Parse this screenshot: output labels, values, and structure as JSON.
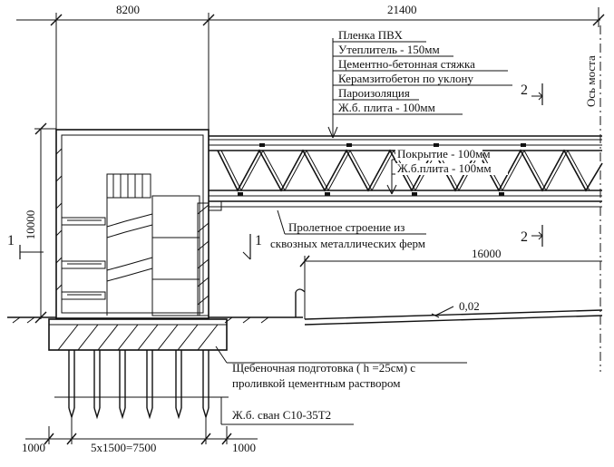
{
  "dimensions": {
    "top_left": "8200",
    "top_right": "21400",
    "left_height": "10000",
    "mid_span": "16000",
    "bottom_left": "1000",
    "bottom_mid": "5x1500=7500",
    "bottom_right": "1000"
  },
  "roof_layers": [
    "Пленка ПВХ",
    "Утеплитель - 150мм",
    "Цементно-бетонная стяжка",
    "Керамзитобетон по уклону",
    "Пароизоляция",
    "Ж.б.  плита - 100мм"
  ],
  "truss_layers": [
    "Покрытие - 100мм",
    "Ж.б.плита - 100мм"
  ],
  "span_label": [
    "Пролетное строение из",
    "сквозных металлических ферм"
  ],
  "slope": "0,02",
  "foundation_label": [
    "Щебеночная подготовка ( h =25см) с",
    "проливкой цементным раствором"
  ],
  "piles_label": "Ж.б.  сван  С10-35Т2",
  "axis_label": "Ось моста",
  "section_marks": {
    "s1": "1",
    "s2": "2"
  }
}
